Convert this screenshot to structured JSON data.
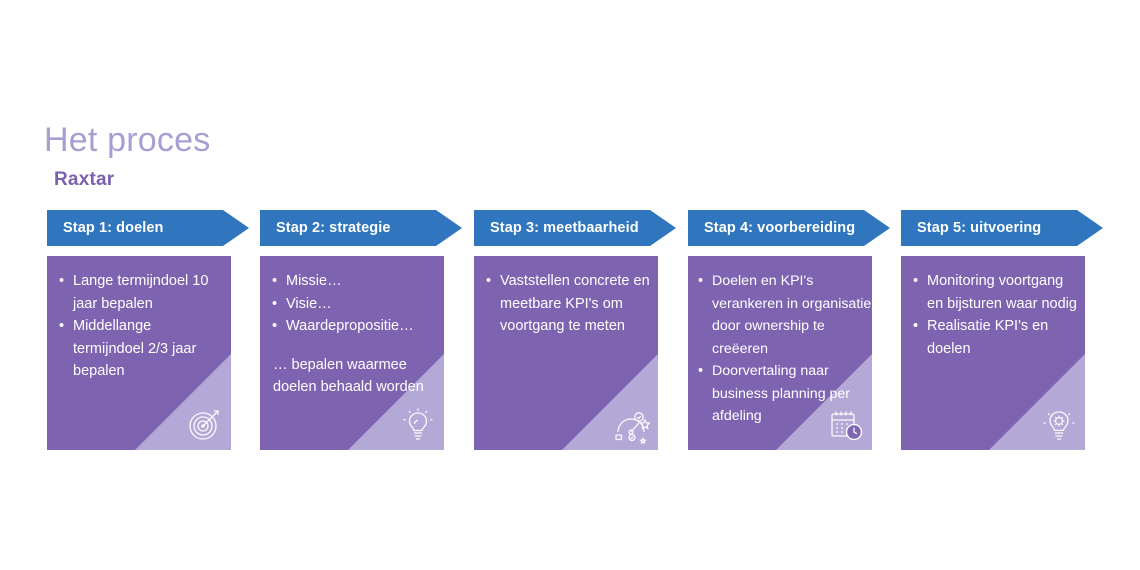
{
  "slide": {
    "title": "Het proces",
    "subtitle": "Raxtar",
    "background_color": "#ffffff",
    "title_color": "#a99ed3",
    "subtitle_color": "#7b60ae"
  },
  "theme": {
    "banner_color": "#2f76be",
    "banner_text_color": "#ffffff",
    "card_color": "#7d63b0",
    "card_corner_color": "#b3a8d6",
    "card_text_color": "#ffffff"
  },
  "steps": [
    {
      "banner_label": "Stap 1: doelen",
      "icon": "target-icon",
      "bullets": [
        "Lange termijndoel 10 jaar bepalen",
        "Middellange termijndoel 2/3 jaar bepalen"
      ],
      "note": ""
    },
    {
      "banner_label": "Stap 2: strategie",
      "icon": "lightbulb-icon",
      "bullets": [
        "Missie…",
        "Visie…",
        "Waardepropositie…"
      ],
      "note": "… bepalen waarmee doelen behaald worden"
    },
    {
      "banner_label": "Stap 3: meetbaarheid",
      "icon": "performance-gauge-icon",
      "bullets": [
        "Vaststellen concrete en meetbare KPI's om voortgang te meten"
      ],
      "note": ""
    },
    {
      "banner_label": "Stap 4: voorbereiding",
      "icon": "calendar-clock-icon",
      "bullets": [
        "Doelen en KPI's verankeren in organisatie door ownership te creëeren",
        "Doorvertaling naar business planning per afdeling"
      ],
      "note": ""
    },
    {
      "banner_label": "Stap 5: uitvoering",
      "icon": "idea-gear-icon",
      "bullets": [
        "Monitoring voortgang en bijsturen waar nodig",
        "Realisatie KPI's en doelen"
      ],
      "note": ""
    }
  ]
}
